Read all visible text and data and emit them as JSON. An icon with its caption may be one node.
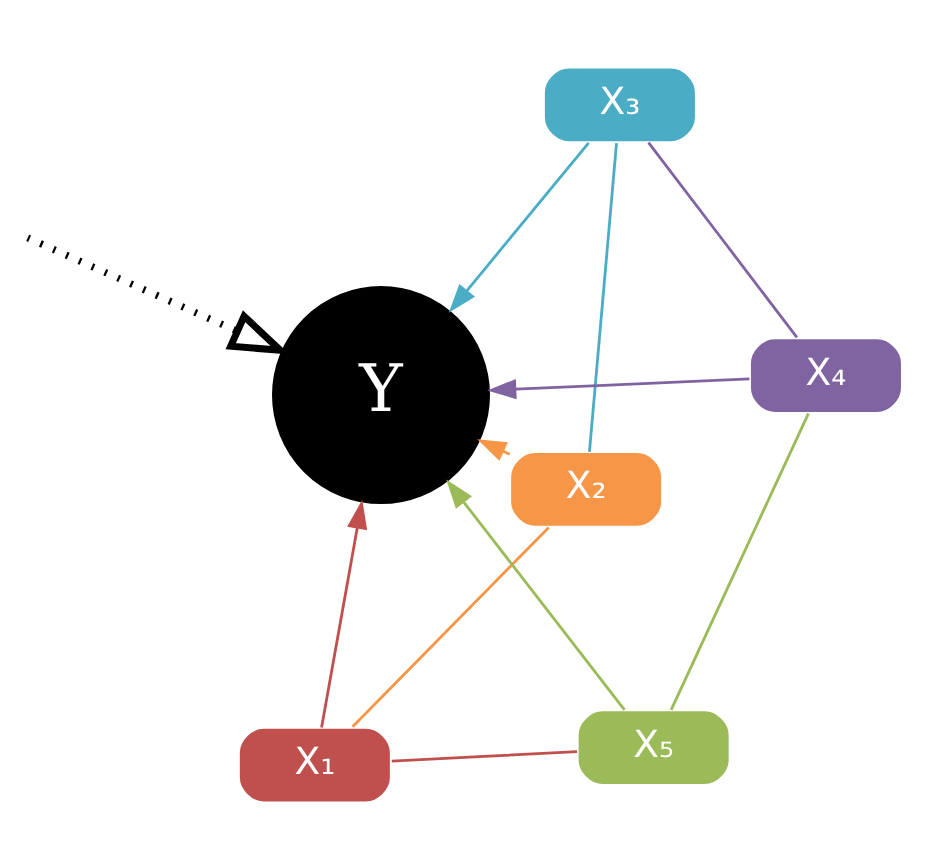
{
  "diagram": {
    "nodes": [
      {
        "text": [
          "X₁"
        ]
      },
      {
        "text": [
          "X₂"
        ]
      },
      {
        "text": [
          "X₅"
        ]
      },
      {
        "text": [
          "Y"
        ]
      },
      {
        "text": [
          "X₃"
        ]
      },
      {
        "text": [
          "X₄"
        ]
      }
    ],
    "edges": [
      {
        "from": 0,
        "to": 3,
        "arrow": "to",
        "color": "#c0504d"
      },
      {
        "from": 1,
        "to": 3,
        "arrow": "to",
        "color": "#f79646"
      },
      {
        "from": 2,
        "to": 3,
        "arrow": "to",
        "color": "#9bbb59"
      },
      {
        "from": 4,
        "to": 3,
        "arrow": "to",
        "color": "#4bacc6"
      },
      {
        "from": 5,
        "to": 3,
        "arrow": "to",
        "color": "#8064a2"
      },
      {
        "from": null,
        "to": 3,
        "arrow": "to",
        "style": "dashed",
        "color": "#000000"
      },
      {
        "from": 0,
        "to": 1,
        "arrow": "none",
        "color": "#f79646"
      },
      {
        "from": 0,
        "to": 2,
        "arrow": "none",
        "color": "#c0504d"
      },
      {
        "from": 1,
        "to": 4,
        "arrow": "none",
        "color": "#4bacc6"
      },
      {
        "from": 4,
        "to": 5,
        "arrow": "none",
        "color": "#8064a2"
      },
      {
        "from": 5,
        "to": 2,
        "arrow": "none",
        "color": "#9bbb59"
      }
    ]
  }
}
